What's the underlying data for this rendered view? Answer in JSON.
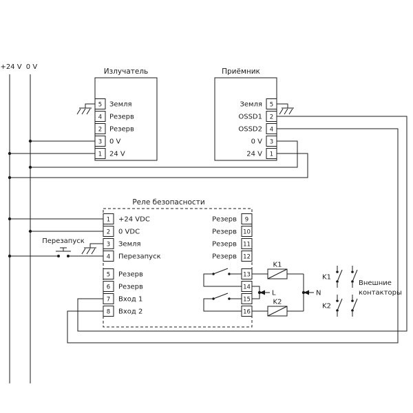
{
  "rails": {
    "v24": "+24 V",
    "v0": "0 V"
  },
  "emitter": {
    "title": "Излучатель",
    "pins": [
      {
        "num": "5",
        "label": "Земля"
      },
      {
        "num": "4",
        "label": "Резерв"
      },
      {
        "num": "2",
        "label": "Резерв"
      },
      {
        "num": "3",
        "label": "0 V"
      },
      {
        "num": "1",
        "label": "24 V"
      }
    ]
  },
  "receiver": {
    "title": "Приёмник",
    "pins": [
      {
        "num": "5",
        "label": "Земля"
      },
      {
        "num": "2",
        "label": "OSSD1"
      },
      {
        "num": "4",
        "label": "OSSD2"
      },
      {
        "num": "3",
        "label": "0 V"
      },
      {
        "num": "1",
        "label": "24 V"
      }
    ]
  },
  "relay": {
    "title": "Реле безопасности",
    "left_pins": [
      {
        "num": "1",
        "label": "+24 VDC"
      },
      {
        "num": "2",
        "label": "0 VDC"
      },
      {
        "num": "3",
        "label": "Земля"
      },
      {
        "num": "4",
        "label": "Перезапуск"
      },
      {
        "num": "5",
        "label": "Резерв"
      },
      {
        "num": "6",
        "label": "Резерв"
      },
      {
        "num": "7",
        "label": "Вход 1"
      },
      {
        "num": "8",
        "label": "Вход 2"
      }
    ],
    "right_pins": [
      {
        "num": "9",
        "label": "Резерв"
      },
      {
        "num": "10",
        "label": "Резерв"
      },
      {
        "num": "11",
        "label": "Резерв"
      },
      {
        "num": "12",
        "label": "Резерв"
      },
      {
        "num": "13",
        "label": ""
      },
      {
        "num": "14",
        "label": ""
      },
      {
        "num": "15",
        "label": ""
      },
      {
        "num": "16",
        "label": ""
      }
    ]
  },
  "restart": {
    "label": "Перезапуск"
  },
  "contactors": {
    "coil1": "K1",
    "coil2": "K2",
    "line": "L",
    "neutral": "N",
    "ext1": "K1",
    "ext2": "K2",
    "caption_line1": "Внешние",
    "caption_line2": "контакторы"
  }
}
